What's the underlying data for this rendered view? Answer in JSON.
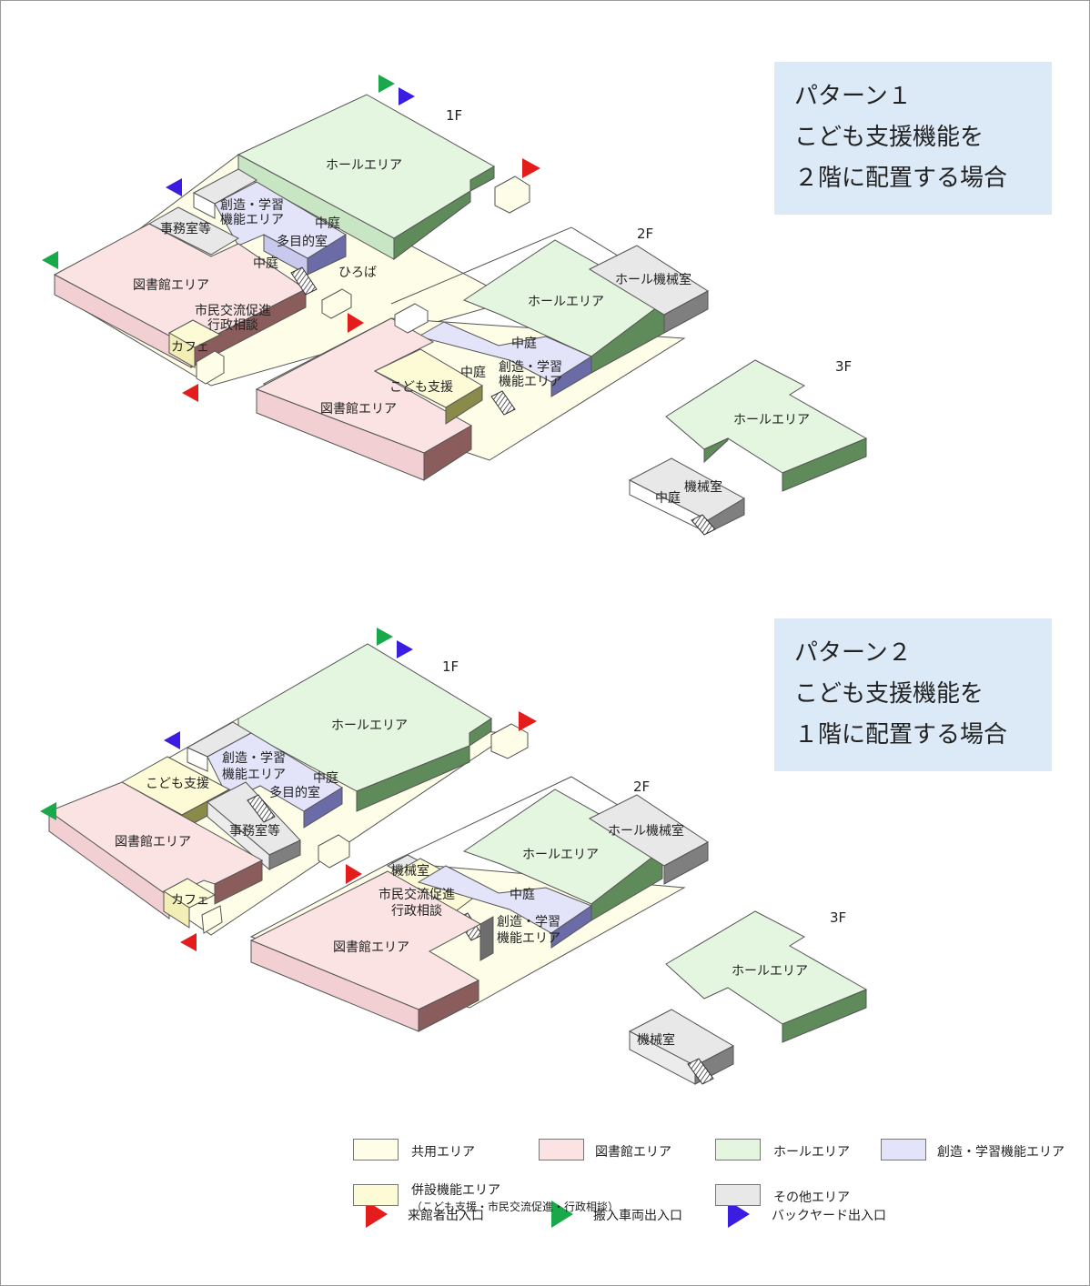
{
  "colors": {
    "common": "#fdfde8",
    "library": "#fbe3e3",
    "hall": "#e4f5e0",
    "creative": "#e3e3fa",
    "annex": "#fdfbd5",
    "other": "#e8e8e8",
    "visitor_entrance": "#e41c1c",
    "vehicle_entrance": "#19a84a",
    "backyard_entrance": "#3a1de0",
    "pattern_box": "#dce9f6"
  },
  "pattern1": {
    "title_lines": [
      "パターン１",
      "こども支援機能を",
      "２階に配置する場合"
    ],
    "floor_1f": "1F",
    "floor_2f": "2F",
    "floor_3f": "3F",
    "f1": {
      "hall": "ホールエリア",
      "creative_line1": "創造・学習",
      "creative_line2": "機能エリア",
      "courtyard_a": "中庭",
      "multipurpose": "多目的室",
      "office": "事務室等",
      "courtyard_b": "中庭",
      "plaza": "ひろば",
      "library": "図書館エリア",
      "exchange_line1": "市民交流促進",
      "exchange_line2": "行政相談",
      "cafe": "カフェ"
    },
    "f2": {
      "hall": "ホールエリア",
      "hall_machine": "ホール機械室",
      "courtyard_a": "中庭",
      "courtyard_b": "中庭",
      "creative_line1": "創造・学習",
      "creative_line2": "機能エリア",
      "kids": "こども支援",
      "library": "図書館エリア"
    },
    "f3": {
      "hall": "ホールエリア",
      "machine": "機械室",
      "courtyard": "中庭"
    }
  },
  "pattern2": {
    "title_lines": [
      "パターン２",
      "こども支援機能を",
      "１階に配置する場合"
    ],
    "floor_1f": "1F",
    "floor_2f": "2F",
    "floor_3f": "3F",
    "f1": {
      "hall": "ホールエリア",
      "creative_line1": "創造・学習",
      "creative_line2": "機能エリア",
      "courtyard": "中庭",
      "multipurpose": "多目的室",
      "kids": "こども支援",
      "office": "事務室等",
      "library": "図書館エリア",
      "cafe": "カフェ"
    },
    "f2": {
      "hall": "ホールエリア",
      "hall_machine": "ホール機械室",
      "machine": "機械室",
      "exchange_line1": "市民交流促進",
      "exchange_line2": "行政相談",
      "courtyard": "中庭",
      "creative_line1": "創造・学習",
      "creative_line2": "機能エリア",
      "library": "図書館エリア"
    },
    "f3": {
      "hall": "ホールエリア",
      "machine": "機械室"
    }
  },
  "legend": {
    "common": "共用エリア",
    "library": "図書館エリア",
    "hall": "ホールエリア",
    "creative": "創造・学習機能エリア",
    "annex": "併設機能エリア",
    "annex_sub": "（こども支援・市民交流促進・行政相談）",
    "other": "その他エリア",
    "visitor": "来館者出入口",
    "vehicle": "搬入車両出入口",
    "backyard": "バックヤード出入口"
  }
}
